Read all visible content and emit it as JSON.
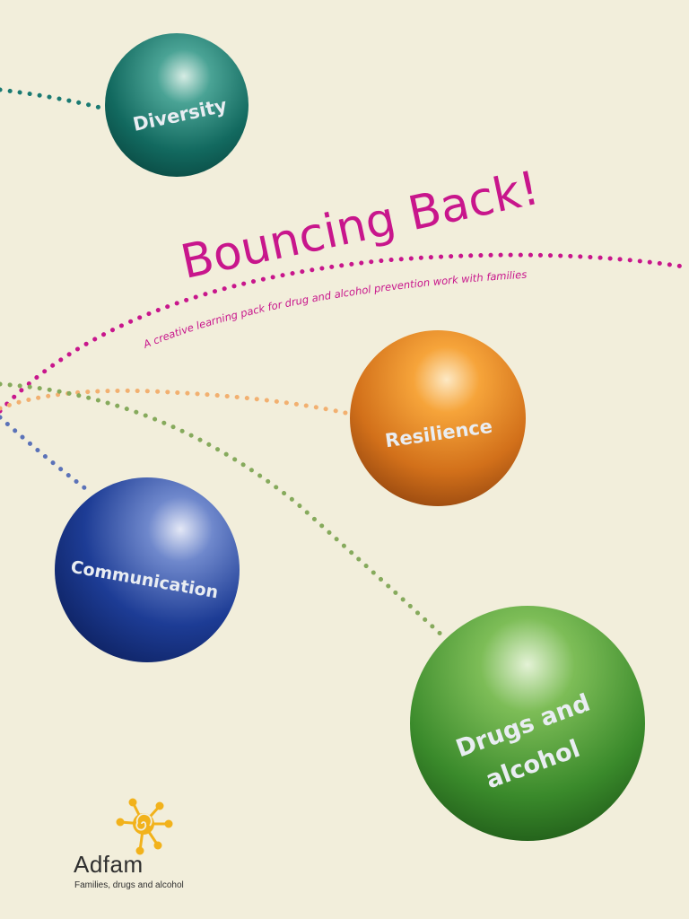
{
  "cover": {
    "title": "Bouncing Back!",
    "subtitle": "A creative learning pack for drug and alcohol prevention work with families"
  },
  "balls": {
    "diversity": "Diversity",
    "resilience": "Resilience",
    "communication": "Communication",
    "drugs_line1": "Drugs and",
    "drugs_line2": "alcohol"
  },
  "logo": {
    "name": "Adfam",
    "tagline": "Families, drugs and alcohol",
    "icon": "sun-spiral-icon"
  },
  "colors": {
    "background": "#f2eedb",
    "title": "#c8168c",
    "diversity": "#1a7a72",
    "resilience": "#e07a18",
    "communication": "#1f3f95",
    "drugs_alcohol": "#3e8e2e",
    "logo_icon": "#f2b21b"
  }
}
